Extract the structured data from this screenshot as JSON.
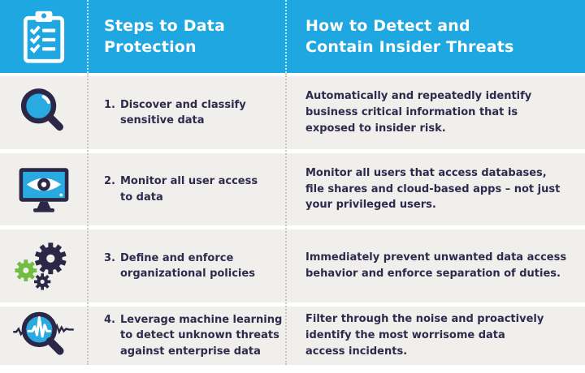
{
  "theme": {
    "header-bg": "#1ea7e0",
    "row-bg": "#f0efec",
    "text-navy": "#2e2a4d",
    "icon-navy": "#2b2847",
    "accent-cyan": "#29abe2",
    "gear-green": "#72bc44",
    "divider-gray": "#c9c7c3",
    "page-bg": "#ffffff"
  },
  "header": {
    "icon": "clipboard-checklist-icon",
    "steps_title": "Steps to Data\nProtection",
    "detect_title": "How to Detect and\nContain Insider Threats"
  },
  "rows": [
    {
      "icon": "magnifier-icon",
      "number": "1.",
      "step": "Discover and classify\nsensitive data",
      "description": "Automatically and repeatedly identify\nbusiness critical information that is\nexposed to insider risk."
    },
    {
      "icon": "monitor-eye-icon",
      "number": "2.",
      "step": "Monitor all user access\nto data",
      "description": "Monitor all users that access databases,\nfile shares and cloud-based apps – not just\nyour privileged users."
    },
    {
      "icon": "gears-icon",
      "number": "3.",
      "step": "Define and enforce\norganizational policies",
      "description": "Immediately prevent unwanted data access\nbehavior and enforce separation of duties."
    },
    {
      "icon": "pulse-magnifier-icon",
      "number": "4.",
      "step": "Leverage machine learning\nto detect unknown threats\nagainst enterprise data",
      "description": "Filter through the noise and proactively\nidentify the most worrisome data\naccess incidents."
    }
  ]
}
